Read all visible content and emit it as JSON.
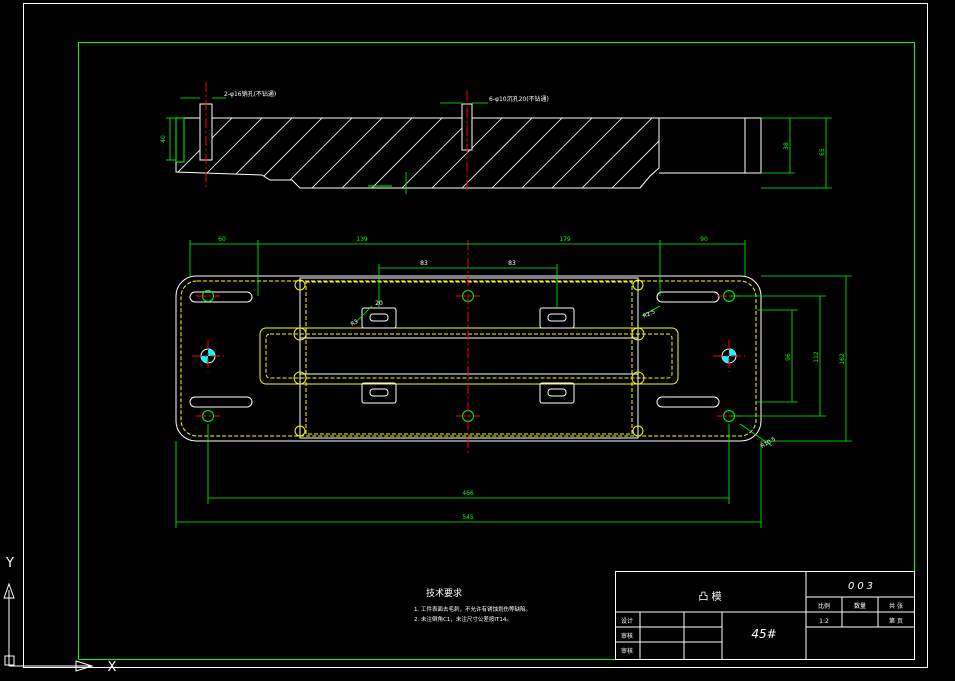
{
  "drawing": {
    "dims": {
      "top_left": "60",
      "top_mid_left": "139",
      "top_mid_right": "179",
      "top_right": "90",
      "slot_left": "83",
      "slot_right": "83",
      "small_width": "20",
      "bottom_inner": "466",
      "bottom_overall": "545",
      "right_inner": "96",
      "right_mid": "112",
      "right_outer": "162",
      "side_thickness": "40",
      "side_right_inner": "38",
      "side_right_outer": "65"
    },
    "callouts": {
      "side_left": "2-φ16销孔(不钻通)",
      "side_mid": "6-φ10沉孔20(不钻通)",
      "r_small": "R3",
      "r_left": "R3",
      "r_right": "R2.5",
      "r_corner": "R10.5"
    },
    "notes": {
      "heading": "技术要求",
      "line1": "1. 工件表面去毛刺，不允许有锈蚀划伤等缺陷。",
      "line2": "2. 未注倒角C1，未注尺寸公差按IT14。"
    },
    "title_block": {
      "part_name": "凸 模",
      "drawing_no": "003",
      "material": "45#",
      "col_scale": "比例",
      "col_qty": "数量",
      "col_sheet": "共 张",
      "scale_value": "1:2",
      "sheet_value": "第 页",
      "row_design": "设计",
      "row_check": "审核",
      "row_approve": "审核"
    },
    "ucs": {
      "y_label": "Y",
      "x_label": "X"
    }
  },
  "colors": {
    "background": "#000000",
    "border": "#00ff00",
    "outline": "#ffffff",
    "hidden": "#ffff00",
    "center": "#ff0000",
    "dim_green": "#00ff00",
    "dim_cyan": "#00ffff"
  }
}
